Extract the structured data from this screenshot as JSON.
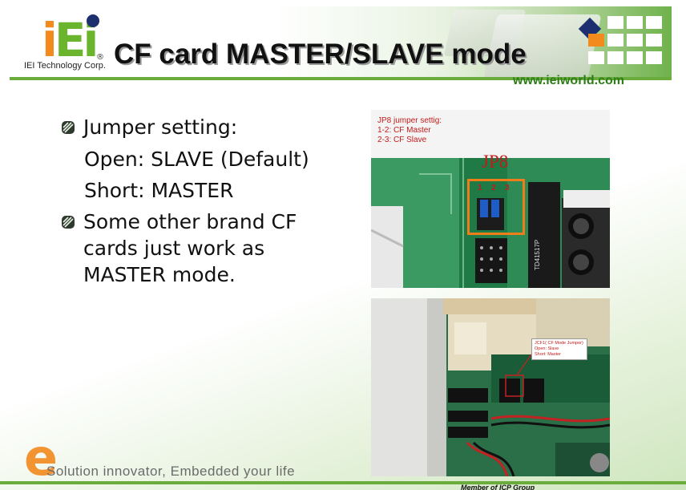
{
  "header": {
    "logo_text": "iEi",
    "logo_reg": "®",
    "company": "IEI Technology Corp.",
    "title": "CF card MASTER/SLAVE mode",
    "website": "www.ieiworld.com"
  },
  "bullets": [
    {
      "text": "Jumper setting:",
      "sub": [
        "Open: SLAVE (Default)",
        "Short: MASTER"
      ]
    },
    {
      "text": "Some other brand CF cards just work as MASTER mode.",
      "sub": []
    }
  ],
  "photo_top": {
    "caption_lines": [
      "JP8 jumper settig:",
      "1-2: CF Master",
      "2-3: CF Slave"
    ],
    "jumper_label": "JP8",
    "pins": [
      "1",
      "2",
      "3"
    ]
  },
  "photo_bottom": {
    "note_lines": [
      "JCF1( CF Mode Jumper)",
      "Open: Slave",
      "Short: Master"
    ]
  },
  "footer": {
    "tagline": "Solution innovator, Embedded your life",
    "member": "Member of ICP Group"
  },
  "colors": {
    "brand_green": "#6aad3c",
    "brand_orange": "#f28a1e",
    "brand_navy": "#1e2f6f",
    "annotation_red": "#c21b1b"
  }
}
